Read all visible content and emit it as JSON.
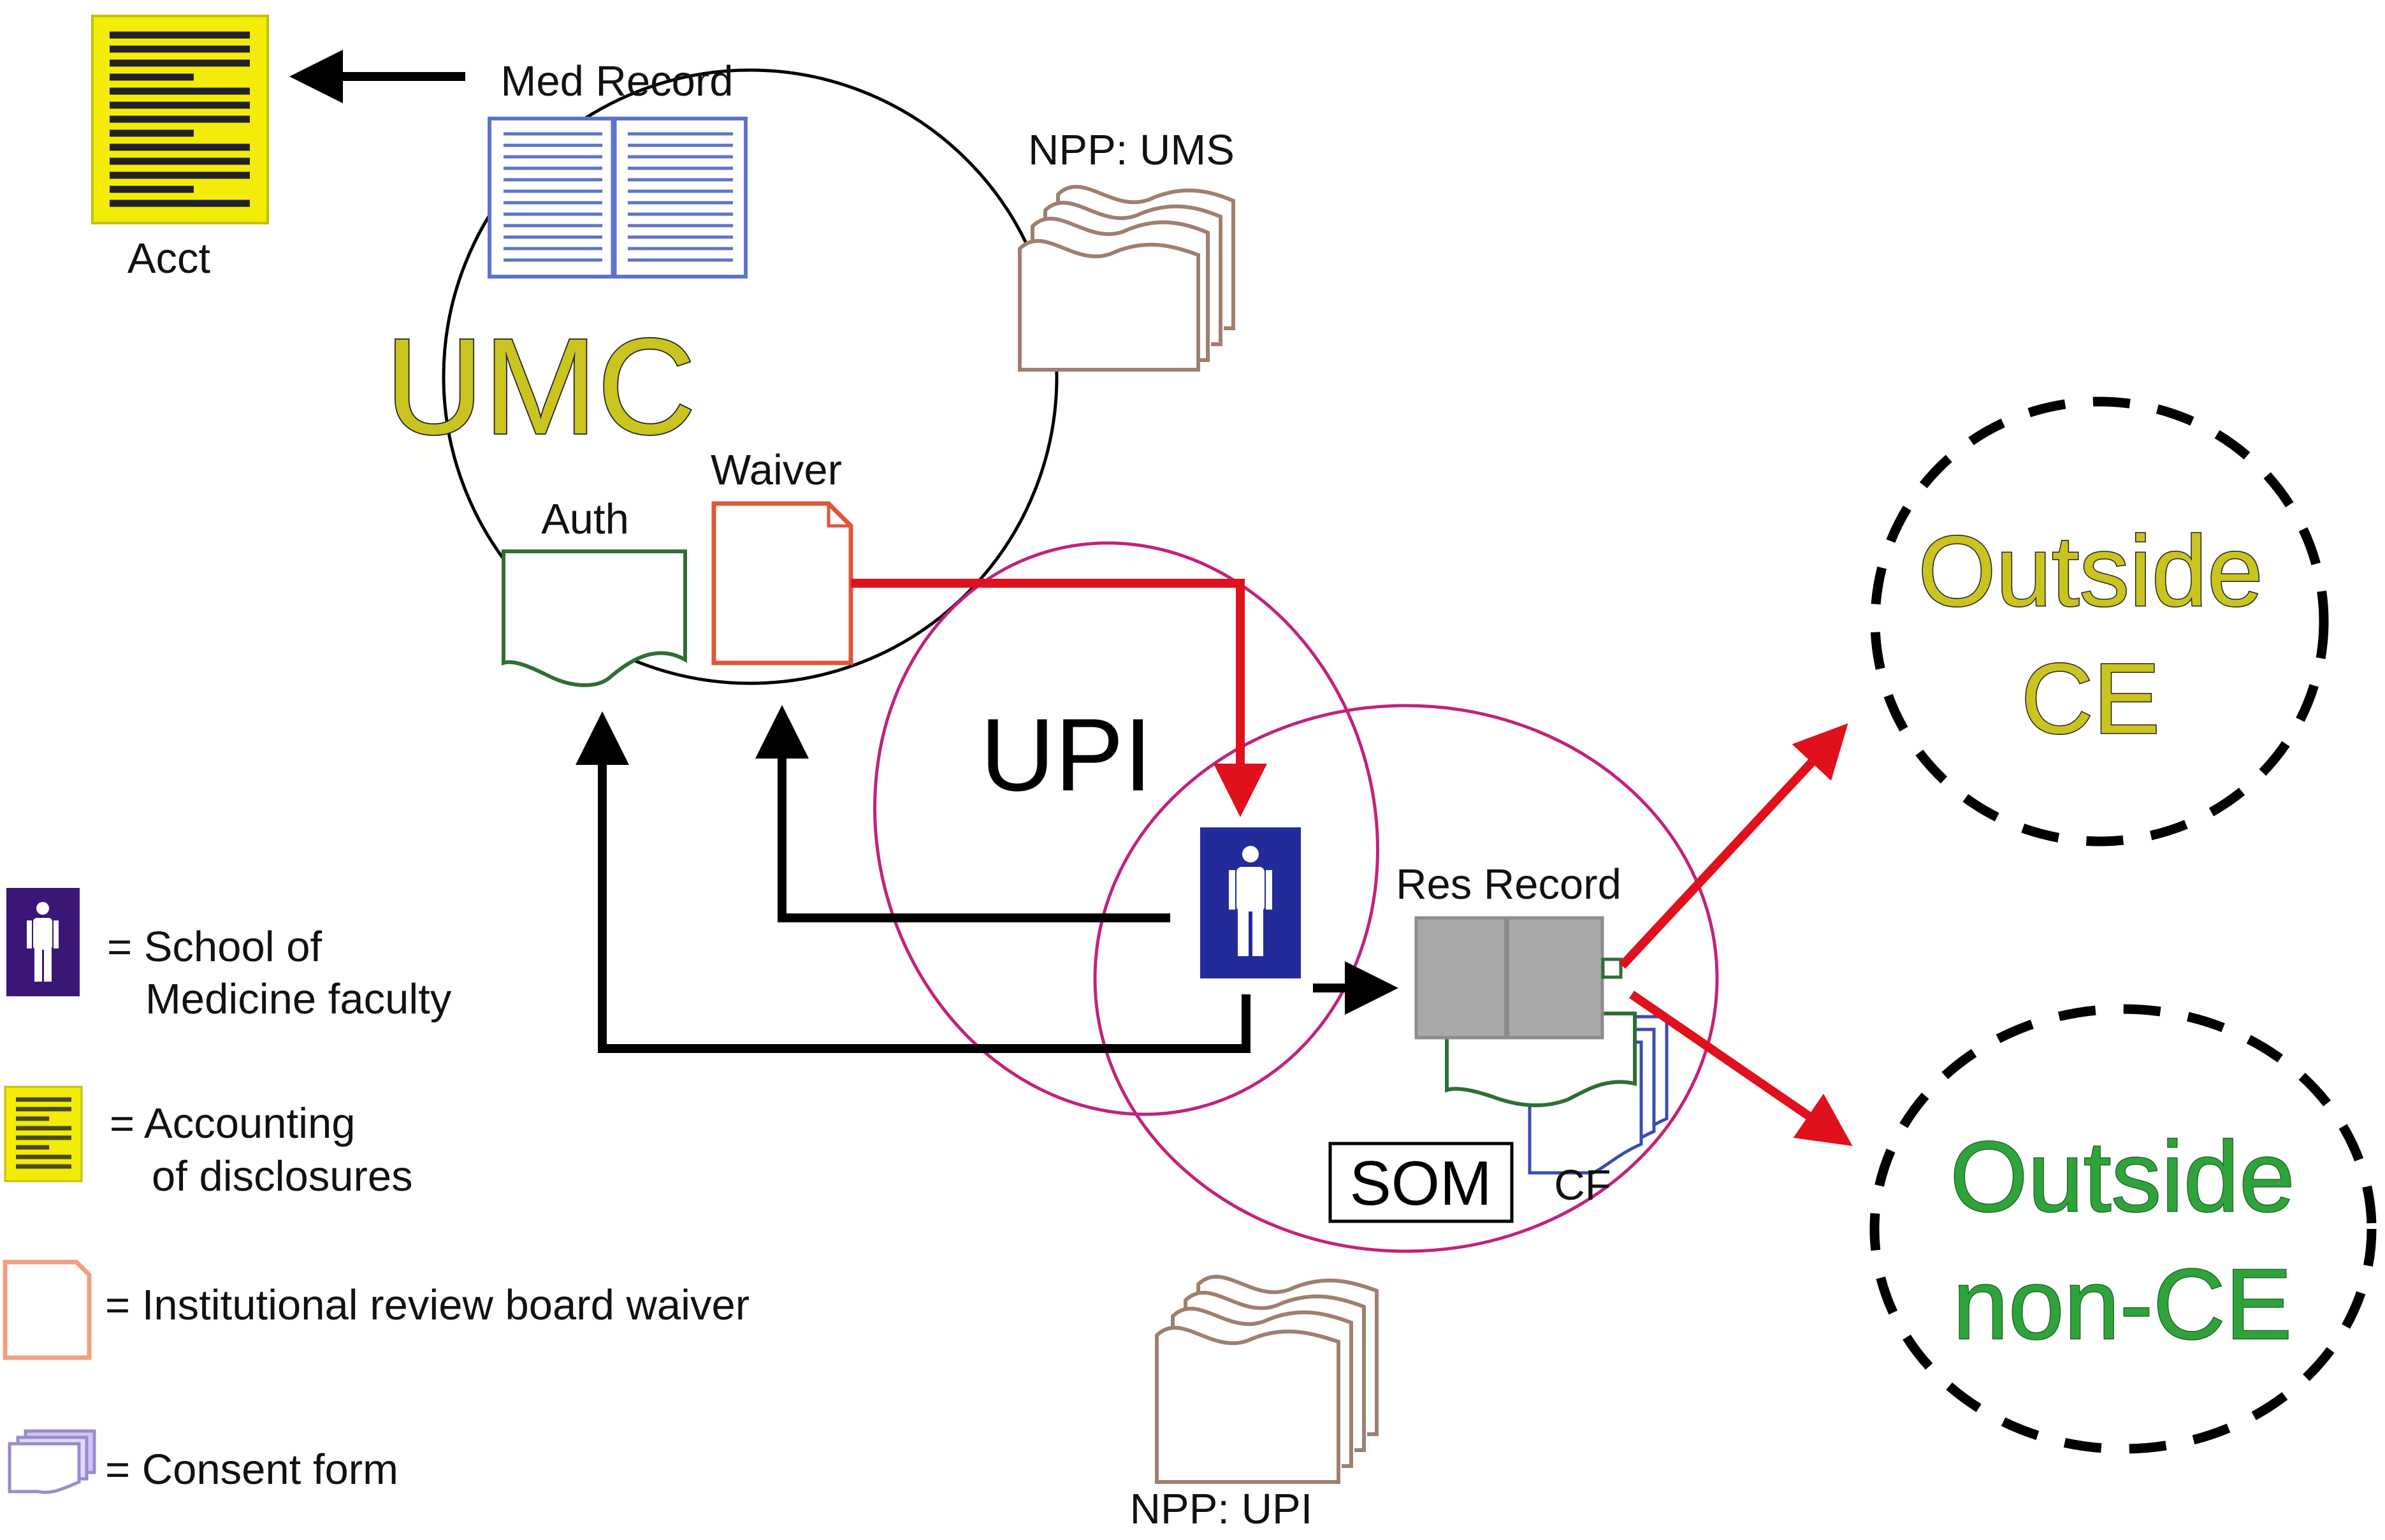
{
  "diagram": {
    "umc_label": "UMC",
    "upi_label": "UPI",
    "med_record_label": "Med Record",
    "acct_label": "Acct",
    "npp_ums_label": "NPP: UMS",
    "npp_upi_label": "NPP: UPI",
    "auth_label": "Auth",
    "waiver_label": "Waiver",
    "res_record_label": "Res Record",
    "som_label": "SOM",
    "cf_label": "CF",
    "outside_ce": [
      "Outside",
      "CE"
    ],
    "outside_nonce": [
      "Outside",
      "non-CE"
    ]
  },
  "legend": {
    "items": [
      {
        "icon": "faculty-icon",
        "lines": [
          "= School of",
          "Medicine faculty"
        ]
      },
      {
        "icon": "accounting-icon",
        "lines": [
          "= Accounting",
          "of disclosures"
        ]
      },
      {
        "icon": "waiver-icon",
        "lines": [
          "= Institutional review board waiver"
        ]
      },
      {
        "icon": "consent-form-icon",
        "lines": [
          "= Consent form"
        ]
      }
    ]
  },
  "colors": {
    "circle_stroke": "#000000",
    "ellipse_stroke": "#c2227a",
    "arrow_black": "#000000",
    "arrow_red": "#e0101c",
    "olive": "#c9c41f",
    "green": "#2ea33a",
    "yellow": "#f3ec08",
    "faculty_blue": "#232b9a",
    "legend_faculty": "#3a1677",
    "book_blue": "#5f74c7",
    "waiver_red": "#e0563a",
    "auth_green": "#2e6e37",
    "npp_brown": "#9e7f70"
  }
}
